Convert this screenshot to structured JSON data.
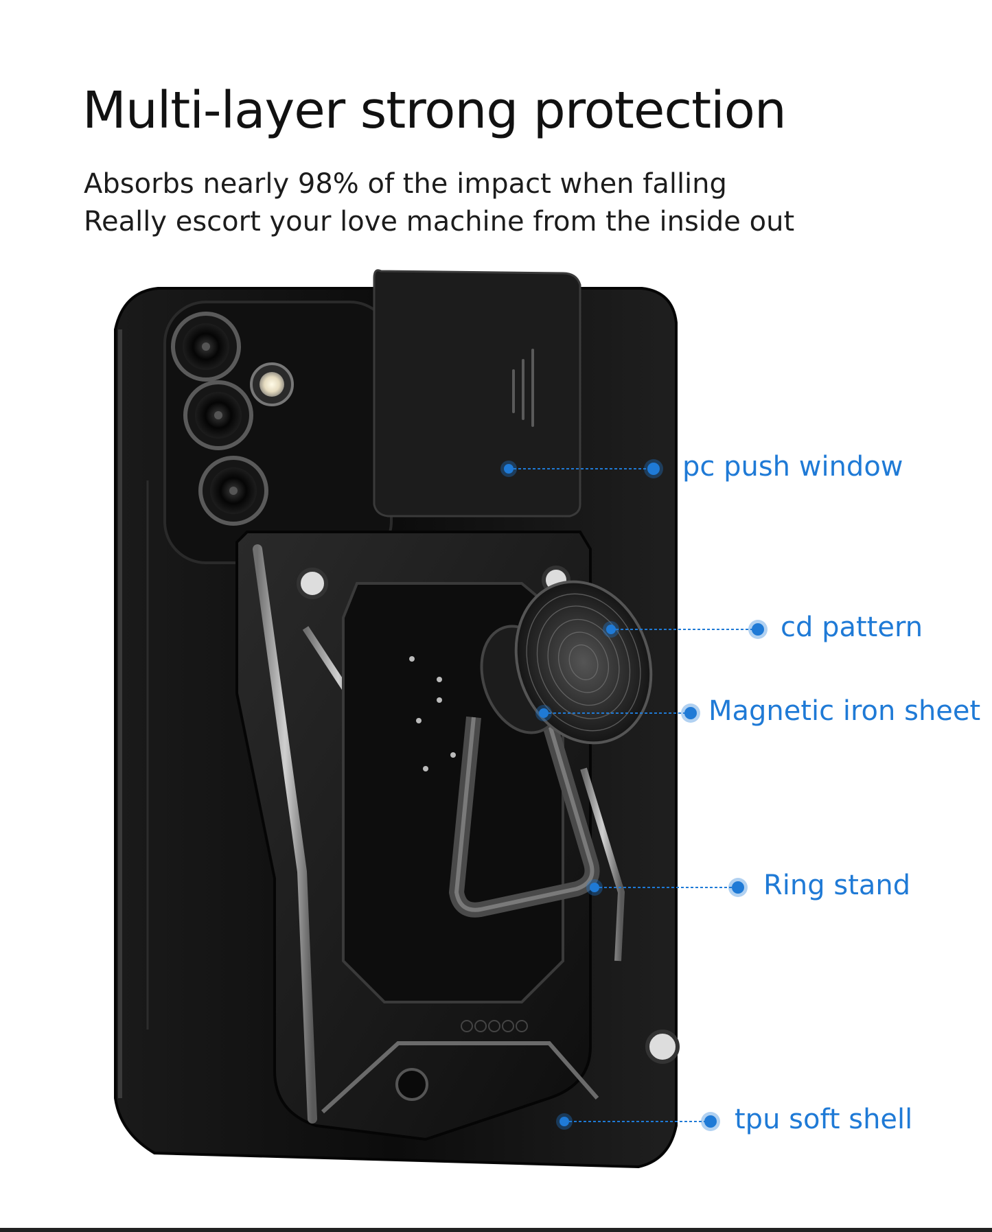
{
  "header": {
    "title": "Multi-layer strong protection",
    "subtitle_line1": "Absorbs nearly 98% of the impact when falling",
    "subtitle_line2": "Really escort your love machine from the inside out"
  },
  "callouts": [
    {
      "id": "pc-push-window",
      "label": "pc push window"
    },
    {
      "id": "cd-pattern",
      "label": "cd pattern"
    },
    {
      "id": "magnetic-iron-sheet",
      "label": "Magnetic iron sheet"
    },
    {
      "id": "ring-stand",
      "label": "Ring stand"
    },
    {
      "id": "tpu-soft-shell",
      "label": "tpu soft shell"
    }
  ],
  "colors": {
    "accent": "#1f7ad6",
    "case": "#111111",
    "case_highlight": "#8a8a8a",
    "text": "#111111"
  }
}
